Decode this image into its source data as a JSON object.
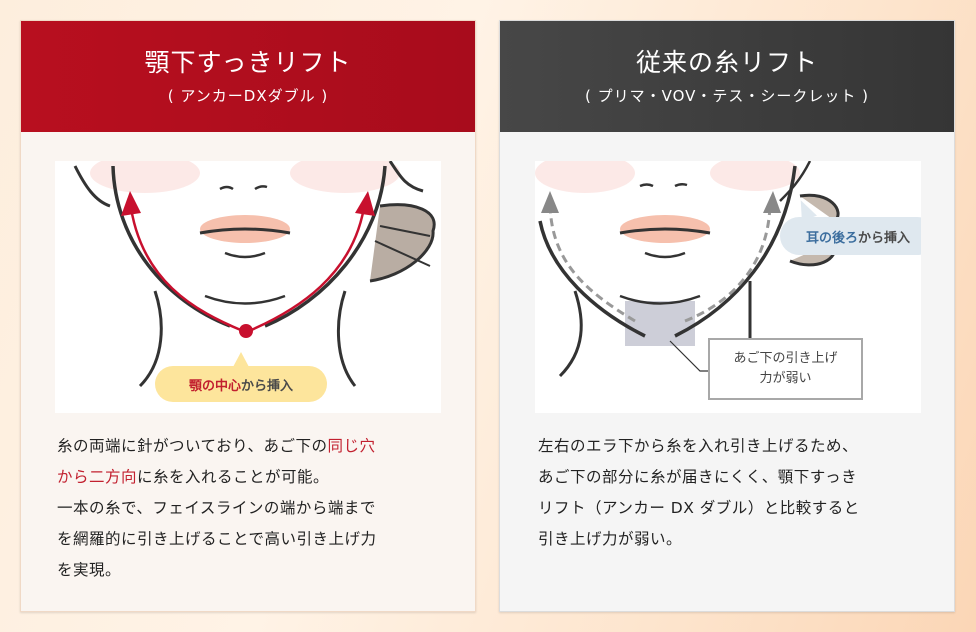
{
  "left_card": {
    "title": "顎下すっきリフト",
    "subtitle": "( アンカーDXダブル )",
    "header_color": "#b30e1e",
    "illustration": {
      "callout_highlight": "顎の中心",
      "callout_rest": "から挿入",
      "arrow_color": "#c8102e",
      "callout_bg": "#fde59c"
    },
    "body": {
      "line1_a": "糸の両端に針がついており、あご下の",
      "line1_b": "同じ穴",
      "line2_a": "から二方向",
      "line2_b": "に糸を入れることが可能。",
      "line3": "一本の糸で、フェイスラインの端から端まで",
      "line4": "を網羅的に引き上げることで高い引き上げ力",
      "line5": "を実現。"
    }
  },
  "right_card": {
    "title": "従来の糸リフト",
    "subtitle": "( プリマ・VOV・テス・シークレット )",
    "header_color": "#3d3d3d",
    "illustration": {
      "callout_highlight": "耳の後ろ",
      "callout_rest": "から挿入",
      "weak_label_line1": "あご下の引き上げ",
      "weak_label_line2": "力が弱い",
      "callout_bg": "#dfe8ef"
    },
    "body": {
      "line1": "左右のエラ下から糸を入れ引き上げるため、",
      "line2": "あご下の部分に糸が届きにくく、顎下すっき",
      "line3": "リフト（アンカー DX ダブル）と比較すると",
      "line4": "引き上げ力が弱い。"
    }
  }
}
